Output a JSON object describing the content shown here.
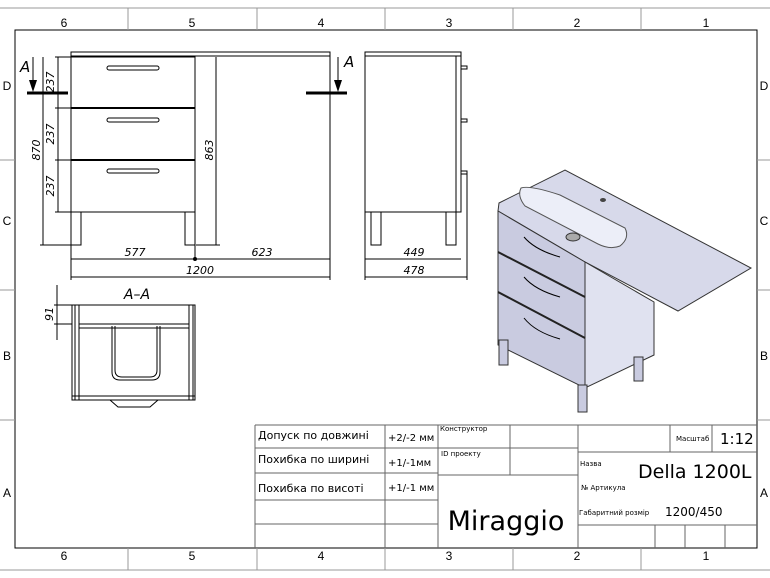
{
  "frame": {
    "columns": [
      "6",
      "5",
      "4",
      "3",
      "2",
      "1"
    ],
    "rows": [
      "D",
      "C",
      "B",
      "A"
    ]
  },
  "front_view": {
    "section_mark": "A",
    "dims": {
      "drawer1": "237",
      "drawer2": "237",
      "drawer3": "237",
      "height_total": "870",
      "height_body": "863",
      "left_width": "577",
      "right_width": "623",
      "total_width": "1200"
    }
  },
  "side_view": {
    "dims": {
      "depth_body": "449",
      "depth_total": "478"
    }
  },
  "section_view": {
    "label": "A–A",
    "dim_top": "91"
  },
  "title_block": {
    "tolerances": [
      {
        "label": "Допуск по довжині",
        "value": "+2/-2 мм"
      },
      {
        "label": "Похибка по ширині",
        "value": "+1/-1мм"
      },
      {
        "label": "Похибка по висоті",
        "value": "+1/-1 мм"
      }
    ],
    "designer_label": "Конструктор",
    "project_id_label": "ID проекту",
    "brand": "Miraggio",
    "scale_label": "Масштаб",
    "scale": "1:12",
    "name_label": "Назва",
    "name": "Della 1200L",
    "article_label": "№  Артикула",
    "size_label": "Габаритний розмір",
    "size": "1200/450"
  },
  "colors": {
    "render_body": "#c9cbe0",
    "render_top": "#d7d9ea",
    "render_sink": "#eceef8"
  }
}
